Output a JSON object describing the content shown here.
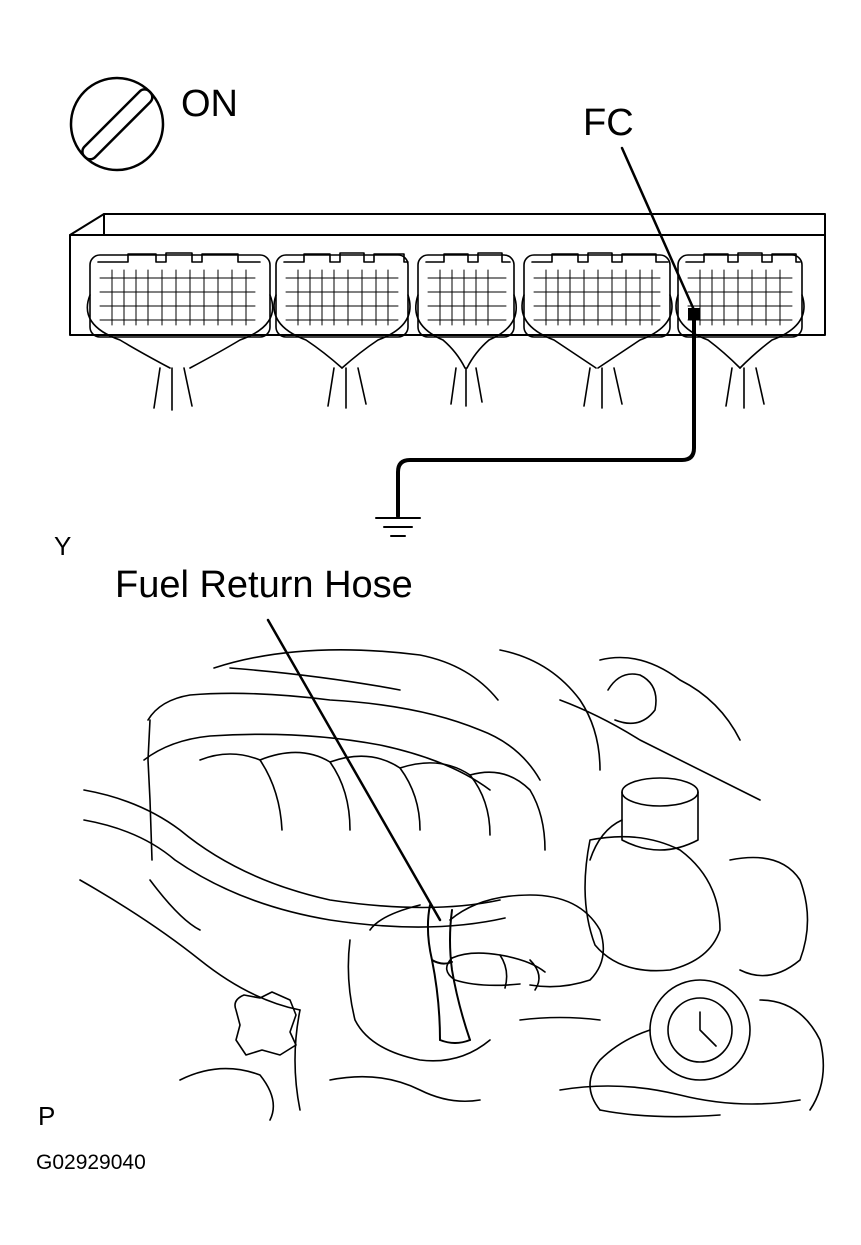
{
  "labels": {
    "ignition": "ON",
    "terminal": "FC",
    "connector_y": "Y",
    "hose": "Fuel Return Hose",
    "connector_p": "P",
    "figure_code": "G02929040"
  },
  "icons": {
    "ignition_switch": "ignition-key-icon",
    "ground": "ground-symbol-icon"
  },
  "colors": {
    "line": "#000000",
    "background": "#ffffff"
  }
}
